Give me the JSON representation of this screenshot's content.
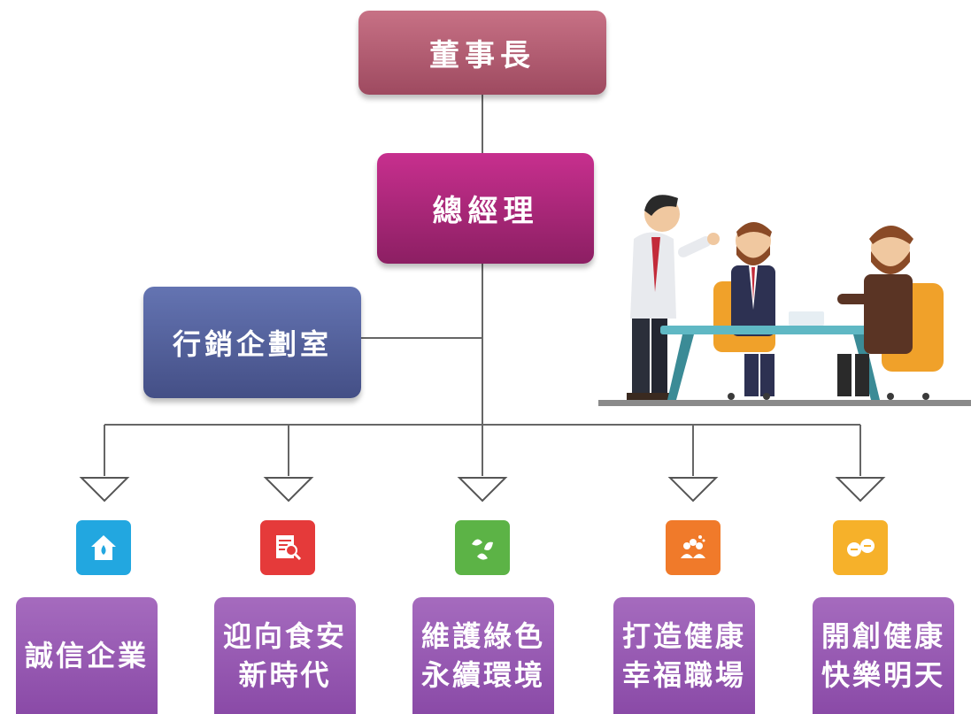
{
  "chart": {
    "chairman": "董事長",
    "general_manager": "總經理",
    "marketing_office": "行銷企劃室",
    "values": [
      {
        "line1": "誠信企業",
        "line2": "",
        "icon": "house-icon",
        "color": "#22a7e0"
      },
      {
        "line1": "迎向食安",
        "line2": "新時代",
        "icon": "document-search-icon",
        "color": "#e53a3a"
      },
      {
        "line1": "維護綠色",
        "line2": "永續環境",
        "icon": "leaves-icon",
        "color": "#5cb346"
      },
      {
        "line1": "打造健康",
        "line2": "幸福職場",
        "icon": "people-icon",
        "color": "#f07a2a"
      },
      {
        "line1": "開創健康",
        "line2": "快樂明天",
        "icon": "circles-icon",
        "color": "#f6b12a"
      }
    ]
  },
  "illustration": {
    "name": "business-meeting-illustration"
  }
}
